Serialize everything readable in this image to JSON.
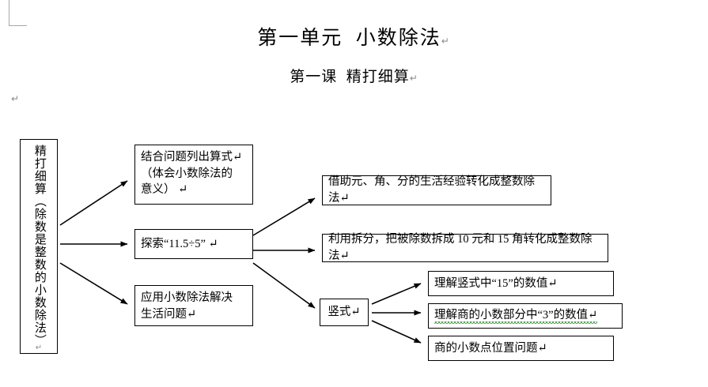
{
  "document": {
    "title": "第一单元  小数除法",
    "subtitle": "第一课  精打细算",
    "pilcrow": "↵"
  },
  "diagram": {
    "root": {
      "label": "精打细算（除数是整数的小数除法）",
      "orientation": "vertical"
    },
    "level1": [
      {
        "id": "node-list-expression",
        "lines": [
          "结合问题列出算式↵",
          "（体会小数除法的",
          "意义） ↵"
        ]
      },
      {
        "id": "node-explore",
        "lines": [
          "探索“11.5÷5” ↵"
        ]
      },
      {
        "id": "node-apply",
        "lines": [
          "应用小数除法解决",
          "生活问题↵"
        ]
      }
    ],
    "level2": [
      {
        "id": "node-yuan-jiao-fen",
        "lines": [
          "借助元、角、分的生活经验转化成整数除法↵"
        ]
      },
      {
        "id": "node-split",
        "lines": [
          "利用拆分，把被除数拆成 10 元和 15 角转化成整数除法↵"
        ]
      },
      {
        "id": "node-vertical-form",
        "lines": [
          "竖式↵"
        ]
      }
    ],
    "level3": [
      {
        "id": "node-value-15",
        "lines": [
          "理解竖式中“15”的数值↵"
        ]
      },
      {
        "id": "node-value-3",
        "lines": [
          "理解商的小数部分中“3”的数值↵"
        ]
      },
      {
        "id": "node-decimal-point",
        "lines": [
          "商的小数点位置问题↵"
        ]
      }
    ]
  },
  "colors": {
    "border": "#000000",
    "text": "#000000",
    "pilcrow": "#8a8a8a",
    "margin_mark": "#a8a8a8",
    "spellcheck_squiggle": "#1a8a1a",
    "background": "#ffffff"
  }
}
